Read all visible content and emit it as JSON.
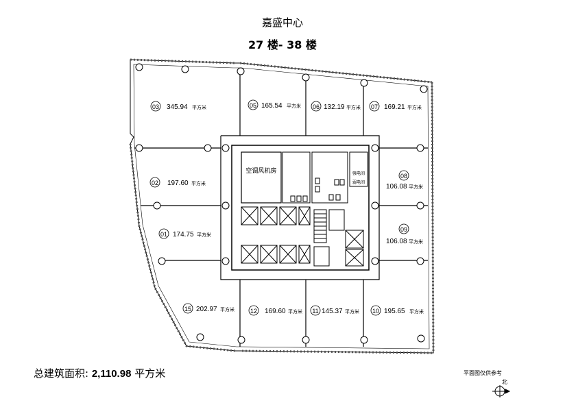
{
  "header": {
    "title": "嘉盛中心",
    "floors": "27 楼- 38 楼"
  },
  "footer": {
    "total_label": "总建筑面积:",
    "total_value": "2,110.98",
    "total_unit": "平方米",
    "note": "平面图仅供参考",
    "north": "北"
  },
  "core": {
    "ac_room": "空调风机房",
    "elec_room": "强电间",
    "weak_room": "弱电间"
  },
  "units": [
    {
      "id": "03",
      "area": "345.94",
      "unit": "平方米"
    },
    {
      "id": "05",
      "area": "165.54",
      "unit": "平方米"
    },
    {
      "id": "06",
      "area": "132.19",
      "unit": "平方米"
    },
    {
      "id": "07",
      "area": "169.21",
      "unit": "平方米"
    },
    {
      "id": "02",
      "area": "197.60",
      "unit": "平方米"
    },
    {
      "id": "08",
      "area": "106.08",
      "unit": "平方米"
    },
    {
      "id": "01",
      "area": "174.75",
      "unit": "平方米"
    },
    {
      "id": "09",
      "area": "106.08",
      "unit": "平方米"
    },
    {
      "id": "15",
      "area": "202.97",
      "unit": "平方米"
    },
    {
      "id": "12",
      "area": "169.60",
      "unit": "平方米"
    },
    {
      "id": "11",
      "area": "145.37",
      "unit": "平方米"
    },
    {
      "id": "10",
      "area": "195.65",
      "unit": "平方米"
    }
  ]
}
